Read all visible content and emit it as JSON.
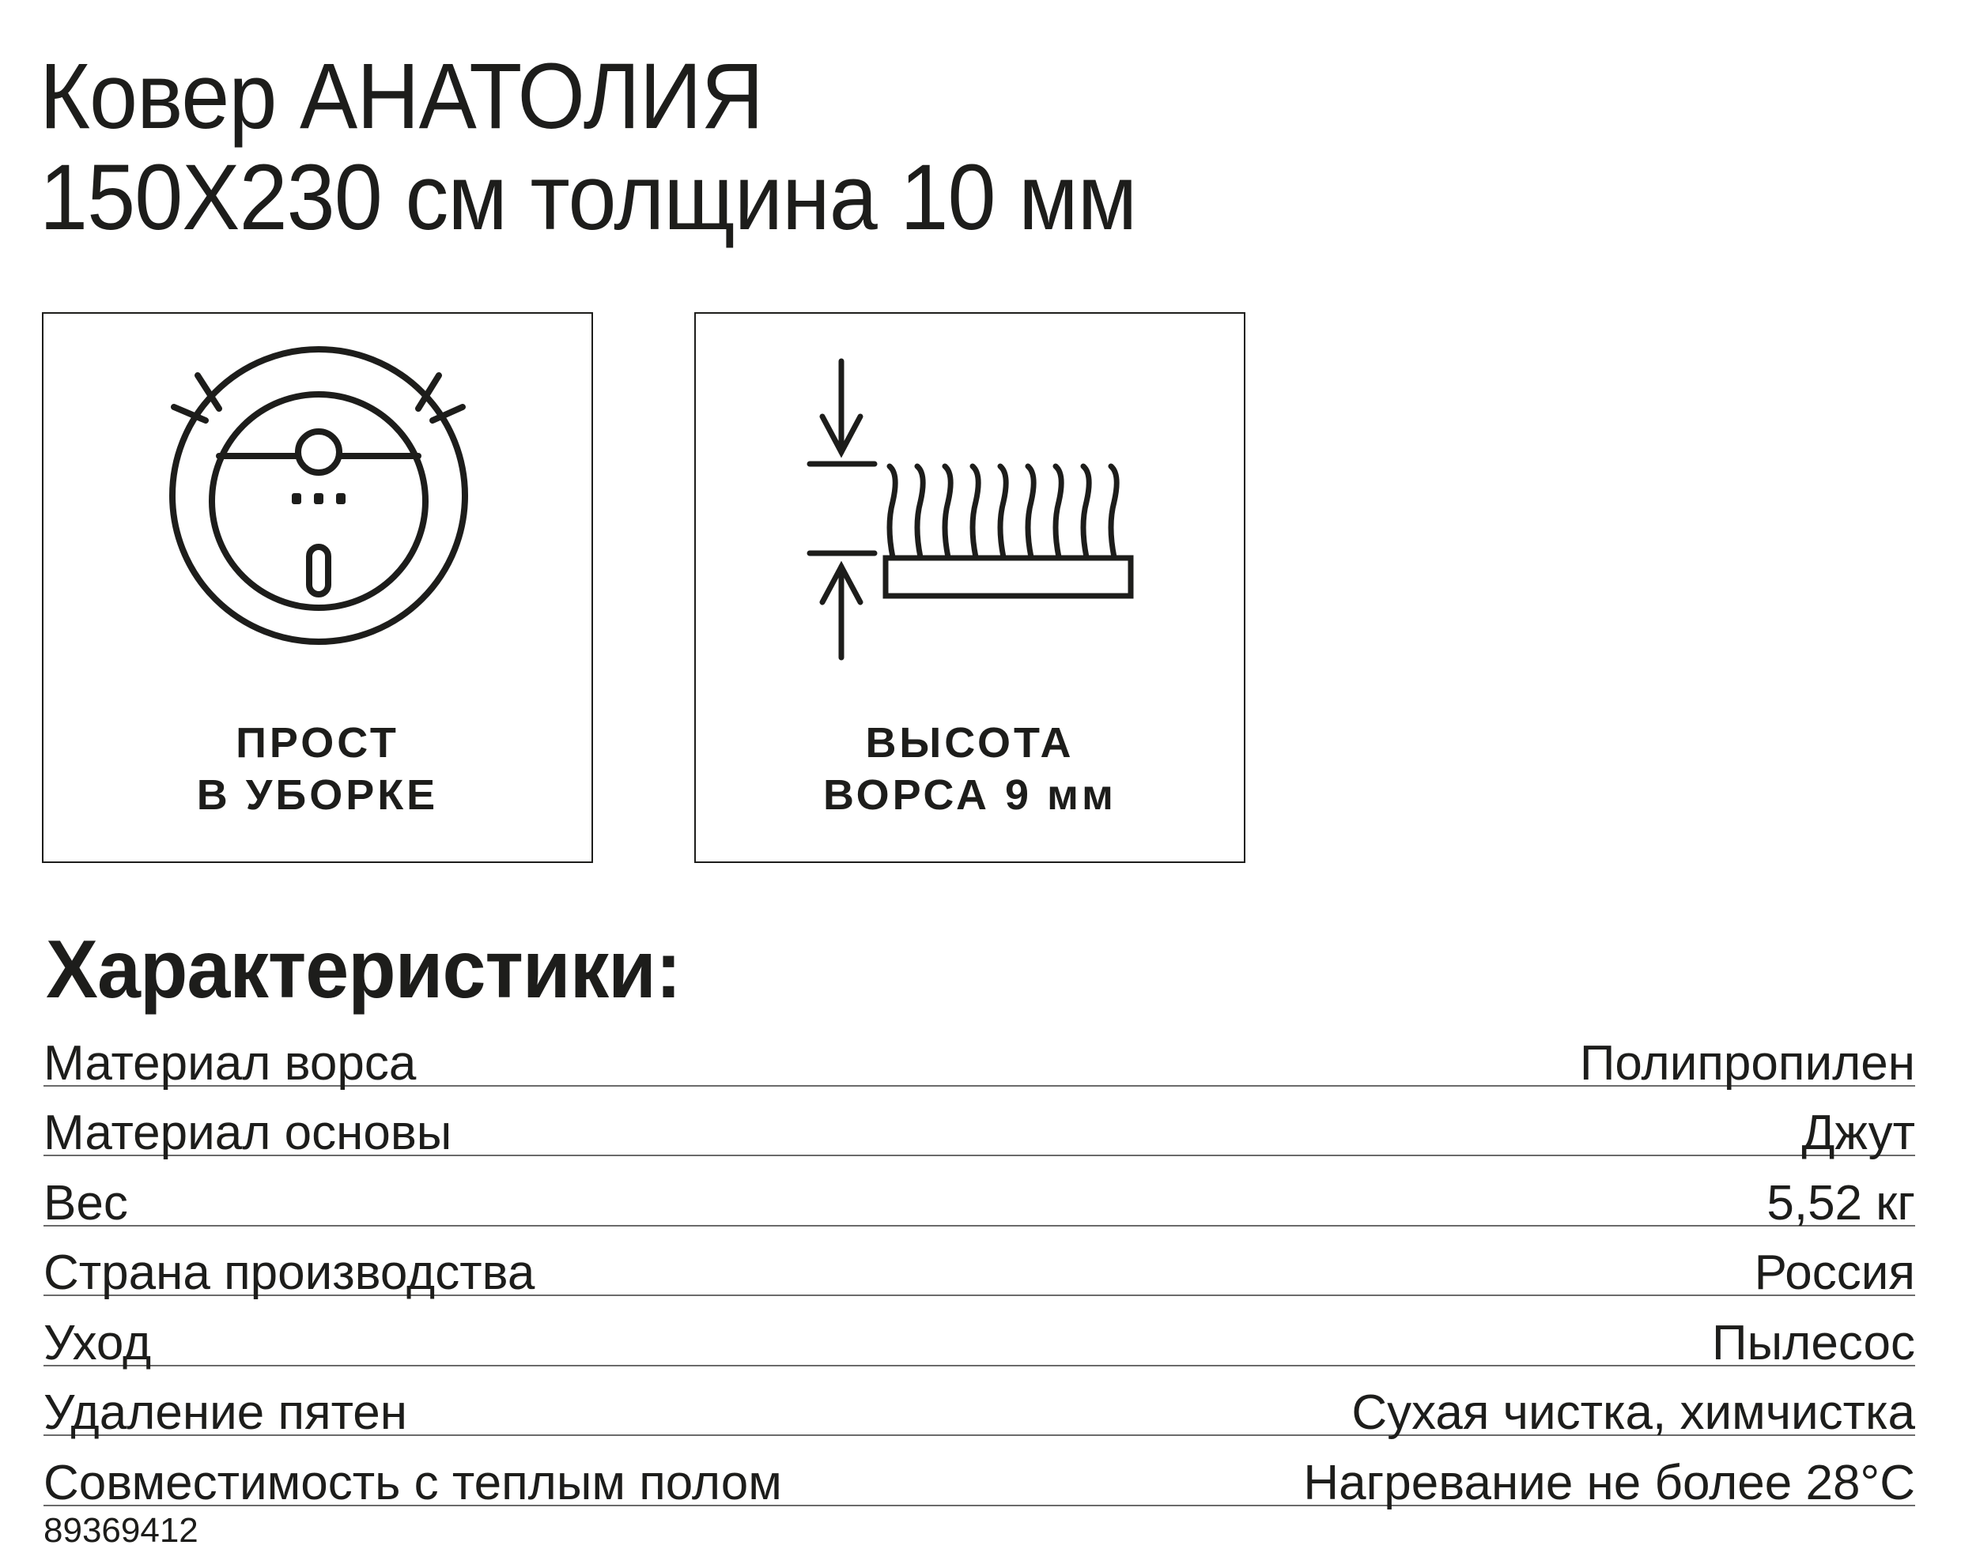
{
  "title": {
    "line1": "Ковер АНАТОЛИЯ",
    "line2": "150X230 см толщина 10 мм"
  },
  "features": [
    {
      "icon": "robot-vacuum-icon",
      "line1": "ПРОСТ",
      "line2": "В УБОРКЕ"
    },
    {
      "icon": "pile-height-icon",
      "line1": "ВЫСОТА",
      "line2": "ВОРСА 9 мм"
    }
  ],
  "specs": {
    "heading": "Характеристики:",
    "rows": [
      {
        "label": "Материал ворса",
        "value": "Полипропилен"
      },
      {
        "label": "Материал основы",
        "value": "Джут"
      },
      {
        "label": "Вес",
        "value": "5,52 кг"
      },
      {
        "label": "Страна производства",
        "value": "Россия"
      },
      {
        "label": "Уход",
        "value": "Пылесос"
      },
      {
        "label": "Удаление пятен",
        "value": "Сухая чистка, химчистка"
      },
      {
        "label": "Совместимость с теплым полом",
        "value": "Нагревание не более 28°C"
      }
    ]
  },
  "article_code": "89369412",
  "colors": {
    "text": "#1d1d1b",
    "rule": "#6b6b6b",
    "background": "#ffffff"
  }
}
